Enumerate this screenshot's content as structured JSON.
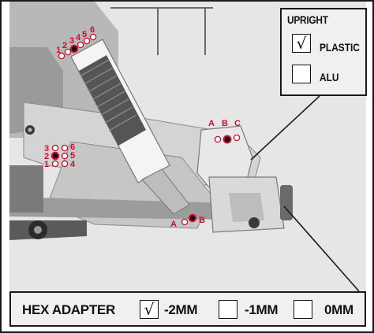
{
  "upright": {
    "title": "UPRIGHT",
    "options": [
      {
        "label": "PLASTIC",
        "checked": true,
        "mark": "√"
      },
      {
        "label": "ALU",
        "checked": false,
        "mark": ""
      }
    ]
  },
  "hex_adapter": {
    "title": "HEX ADAPTER",
    "options": [
      {
        "label": "-2MM",
        "checked": true,
        "mark": "√"
      },
      {
        "label": "-1MM",
        "checked": false,
        "mark": ""
      },
      {
        "label": "0MM",
        "checked": false,
        "mark": ""
      }
    ]
  },
  "top_shock_holes": [
    "1",
    "2",
    "3",
    "4",
    "5",
    "6"
  ],
  "mid_arm_holes": [
    "3",
    "2",
    "1",
    "6",
    "5",
    "4"
  ],
  "upright_holes": [
    "A",
    "B",
    "C"
  ],
  "lower_holes": [
    "A",
    "B"
  ],
  "colors": {
    "marker": "#c8102e",
    "line": "#1a1a1a"
  }
}
